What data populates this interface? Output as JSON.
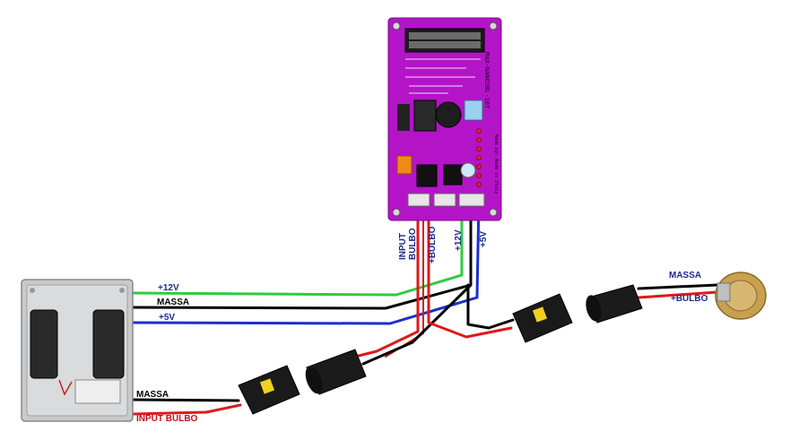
{
  "board": {
    "name": "MAX-NANO2BL-107",
    "sub_text": "Made by: Made in Italy"
  },
  "wire_labels": {
    "input_bulbo": "INPUT\nBULBO",
    "input_bulbo_line1": "INPUT",
    "input_bulbo_line2": "BULBO",
    "plus_bulbo": "+BULBO",
    "plus_12v": "+12V",
    "plus_5v": "+5V"
  },
  "ecu_labels": {
    "plus_12v": "+12V",
    "massa": "MASSA",
    "plus_5v": "+5V",
    "massa_bottom": "MASSA",
    "input_bulbo": "INPUT BULBO"
  },
  "sensor_labels": {
    "massa": "MASSA",
    "plus_bulbo": "+BULBO"
  },
  "colors": {
    "pcb": "#b414c8",
    "wire_green": "#2ecc40",
    "wire_red": "#e0181c",
    "wire_blue": "#1a2fd0",
    "wire_black": "#000000",
    "label_blue": "#1b2a8c",
    "label_red": "#c0101a",
    "label_black": "#000000"
  }
}
